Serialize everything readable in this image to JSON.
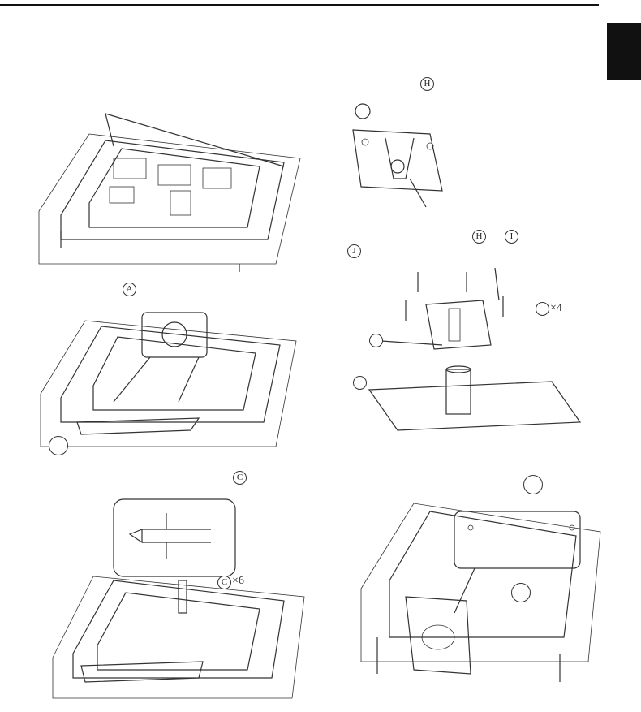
{
  "page": {
    "side_tab_color": "#111111",
    "line_color": "#333333"
  },
  "markers": {
    "h1": "H",
    "a": "A",
    "c": "C",
    "c_count": "×6",
    "h2": "H",
    "i": "I",
    "j": "J",
    "count4": "×4"
  },
  "icons": [
    "screwdriver-icon",
    "screw-icon",
    "rotate-arrow-icon"
  ]
}
